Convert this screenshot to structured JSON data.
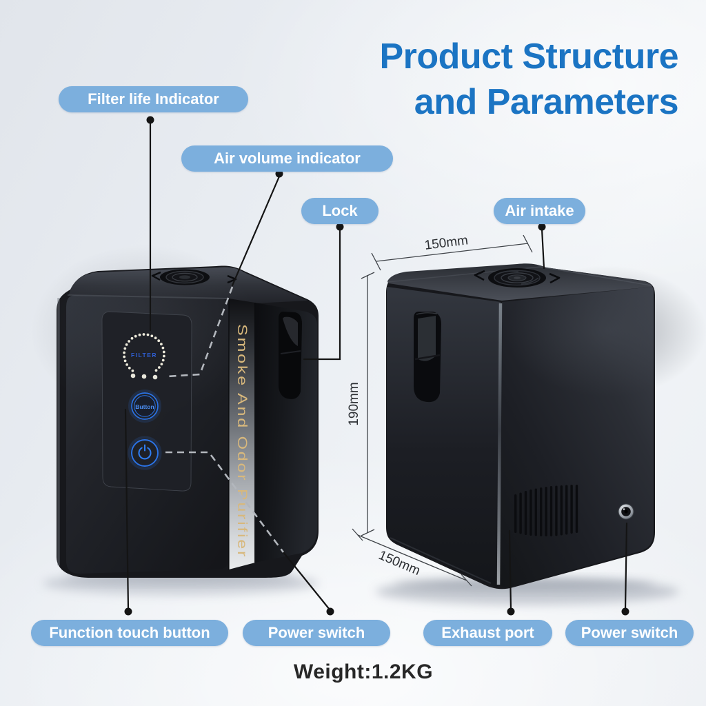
{
  "title": {
    "line1": "Product Structure",
    "line2": "and Parameters"
  },
  "callouts": {
    "filter_life": "Filter life Indicator",
    "air_volume": "Air volume indicator",
    "lock": "Lock",
    "air_intake": "Air intake",
    "function_touch": "Function touch button",
    "power_switch_front": "Power switch",
    "exhaust_port": "Exhaust port",
    "power_switch_rear": "Power switch"
  },
  "device": {
    "brand_strip": "Smoke And Odor Purifier",
    "filter_ring_label": "FILTER",
    "mode_button_label": "Button"
  },
  "dimensions": {
    "top_width": "150mm",
    "height": "190mm",
    "bottom_depth": "150mm"
  },
  "weight_text": "Weight:1.2KG",
  "colors": {
    "title_blue": "#1b74c3",
    "pill_blue": "#7cafdd",
    "touch_button_blue": "#2e7bef",
    "brand_strip_gold": "#d8b87c",
    "background": "#eceff3"
  }
}
